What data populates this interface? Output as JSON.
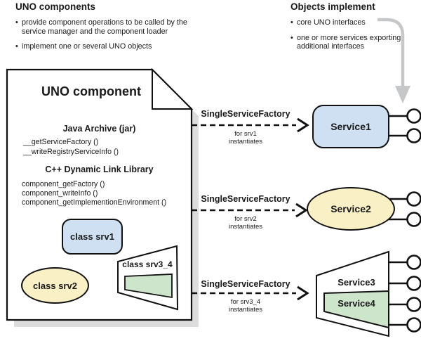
{
  "colors": {
    "blue": "#cfe0f2",
    "yellow": "#faf0c6",
    "green": "#cde5cb",
    "shadow": "#dcdcdc",
    "gray_arrow": "#c5c7c9",
    "ink": "#111111"
  },
  "left_note": {
    "title": "UNO components",
    "bullets": [
      "provide component operations to be called by the service manager and the component loader",
      "implement one or several UNO objects"
    ]
  },
  "right_note": {
    "title": "Objects implement",
    "bullets": [
      "core UNO interfaces",
      "one or more services exporting additional interfaces"
    ]
  },
  "document": {
    "title": "UNO component",
    "java_section": {
      "heading": "Java Archive (jar)",
      "methods": [
        "__getServiceFactory ()",
        "__writeRegistryServiceInfo ()"
      ]
    },
    "cpp_section": {
      "heading": "C++ Dynamic Link Library",
      "methods": [
        "component_getFactory ()",
        "component_writeInfo ()",
        "component_getImplementionEnvironment ()"
      ]
    },
    "classes": [
      {
        "label": "class srv1"
      },
      {
        "label": "class srv2"
      },
      {
        "label": "class srv3_4"
      }
    ]
  },
  "arrows": [
    {
      "label": "SingleServiceFactory",
      "sub1": "for srv1",
      "sub2": "instantiates"
    },
    {
      "label": "SingleServiceFactory",
      "sub1": "for srv2",
      "sub2": "instantiates"
    },
    {
      "label": "SingleServiceFactory",
      "sub1": "for srv3_4",
      "sub2": "instantiates"
    }
  ],
  "services": [
    {
      "label": "Service1"
    },
    {
      "label": "Service2"
    },
    {
      "label": "Service3"
    },
    {
      "label": "Service4"
    }
  ]
}
